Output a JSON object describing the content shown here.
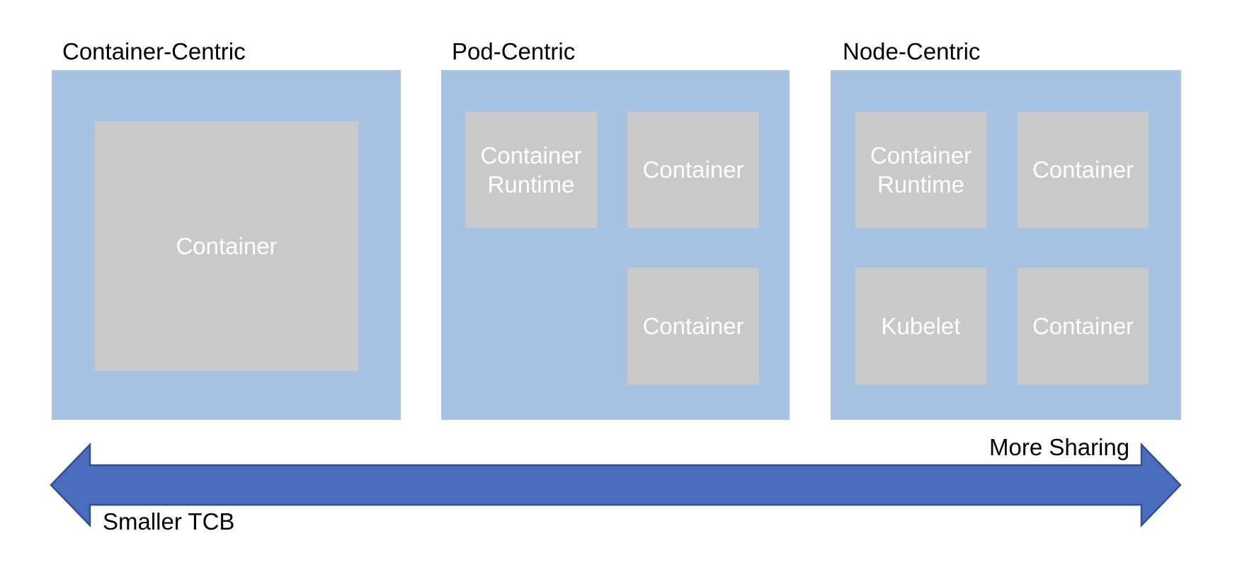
{
  "diagram": {
    "panels": [
      {
        "title": "Container-Centric",
        "boxes": [
          {
            "label": "Container"
          }
        ]
      },
      {
        "title": "Pod-Centric",
        "boxes": [
          {
            "label": "Container Runtime"
          },
          {
            "label": "Container"
          },
          {
            "label": "Container"
          }
        ]
      },
      {
        "title": "Node-Centric",
        "boxes": [
          {
            "label": "Container Runtime"
          },
          {
            "label": "Container"
          },
          {
            "label": "Kubelet"
          },
          {
            "label": "Container"
          }
        ]
      }
    ],
    "axis": {
      "right_label": "More Sharing",
      "left_label": "Smaller TCB"
    },
    "colors": {
      "panel_blue": "#A6C3E4",
      "box_gray": "#C9C9C9",
      "arrow_fill": "#4A6DBE",
      "arrow_border": "#31508F",
      "title_text": "#000000",
      "box_text": "#FFFFFF"
    }
  }
}
